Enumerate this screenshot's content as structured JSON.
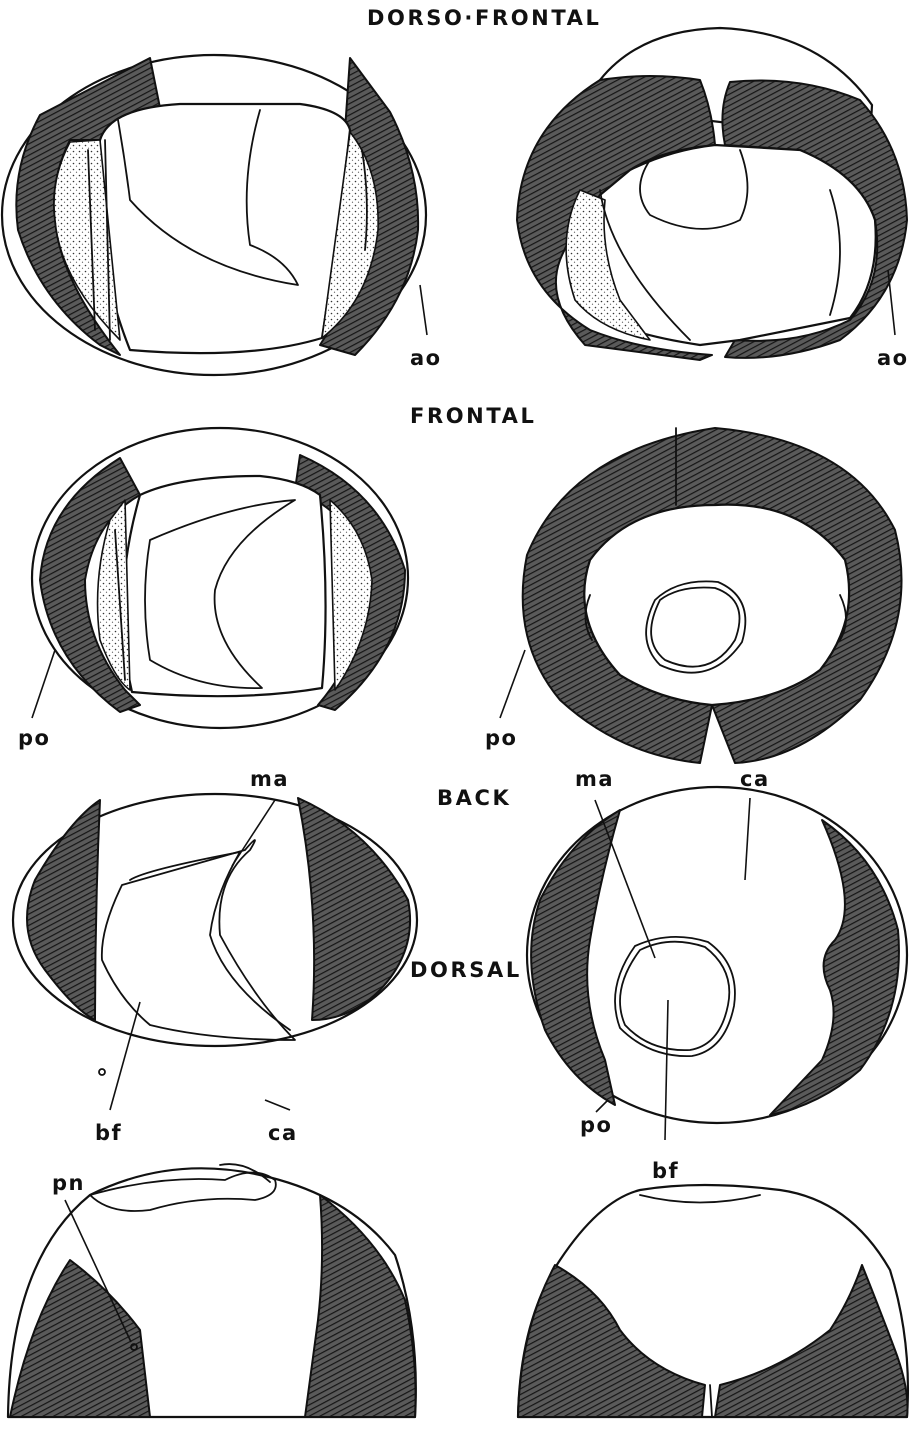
{
  "headings": {
    "dorso_frontal": "DORSO·FRONTAL",
    "frontal": "FRONTAL",
    "back": "BACK",
    "dorsal": "DORSAL"
  },
  "labels": {
    "ao_left": "ao",
    "ao_right": "ao",
    "po_left": "po",
    "po_right": "po",
    "po_back": "po",
    "ma_left": "ma",
    "ma_right": "ma",
    "ca_left": "ca",
    "ca_right": "ca",
    "bf_left": "bf",
    "bf_right": "bf",
    "pn": "pn"
  }
}
